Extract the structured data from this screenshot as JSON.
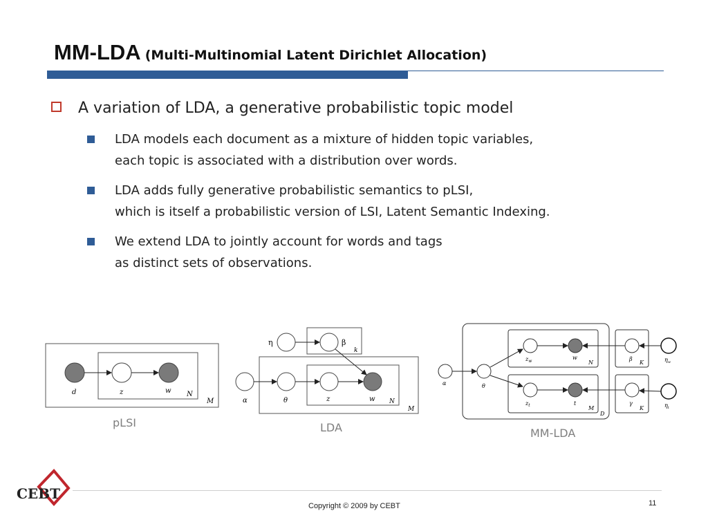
{
  "title": {
    "main": "MM-LDA",
    "sub": "(Multi-Multinomial Latent Dirichlet Allocation)"
  },
  "bullet_main": "A variation of LDA, a generative probabilistic topic model",
  "sub_bullets": [
    {
      "line1": "LDA models each document as a mixture of hidden topic variables,",
      "line2": "each topic is associated with a distribution over words."
    },
    {
      "line1": "LDA adds fully generative probabilistic semantics to pLSI,",
      "line2": "which is itself a probabilistic version of LSI, Latent Semantic Indexing."
    },
    {
      "line1": "We extend LDA to jointly account for words and tags",
      "line2": "as distinct sets of observations."
    }
  ],
  "diagrams": {
    "plsi": {
      "caption": "pLSI",
      "node_d": "d",
      "node_z": "z",
      "node_w": "w",
      "plate_N": "N",
      "plate_M": "M"
    },
    "lda": {
      "caption": "LDA",
      "node_eta": "η",
      "node_beta": "β",
      "plate_k": "k",
      "node_alpha": "α",
      "node_theta": "θ",
      "node_z": "z",
      "node_w": "w",
      "plate_N": "N",
      "plate_M": "M"
    },
    "mmlda": {
      "caption": "MM-LDA",
      "node_alpha": "α",
      "node_theta": "θ",
      "node_zw": "z",
      "node_zw_sub": "w",
      "node_w": "w",
      "plate_N": "N",
      "node_beta": "β",
      "plate_K1": "K",
      "node_eta_w": "η",
      "node_eta_w_sub": "w",
      "node_zt": "z",
      "node_zt_sub": "t",
      "node_t": "t",
      "plate_M": "M",
      "plate_D": "D",
      "node_gamma": "γ",
      "plate_K2": "K",
      "node_eta_t": "η",
      "node_eta_t_sub": "t"
    }
  },
  "logo": {
    "text": "CEBT"
  },
  "footer": {
    "copyright": "Copyright © 2009 by CEBT",
    "page": "11"
  }
}
